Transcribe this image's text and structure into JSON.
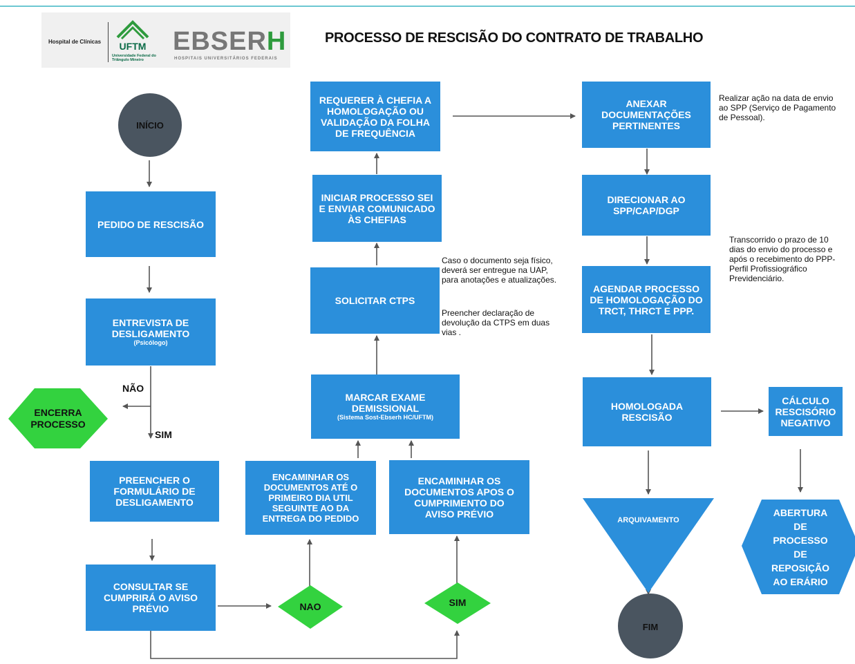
{
  "header": {
    "hospital": "Hospital de Clínicas",
    "uftm_logo": "UFTM",
    "uftm_sub": "Universidade Federal do Triângulo Mineiro",
    "ebserh_main": "EBSER",
    "ebserh_h": "H",
    "ebserh_sub": "HOSPITAIS UNIVERSITÁRIOS FEDERAIS",
    "title": "PROCESSO DE RESCISÃO DO CONTRATO DE TRABALHO"
  },
  "colors": {
    "box": "#2b8fdb",
    "diamond": "#33d23f",
    "circle": "#4a5560",
    "arrow": "#555555"
  },
  "nodes": {
    "inicio": "INÍCIO",
    "pedido": "PEDIDO DE RESCISÃO",
    "entrevista": "ENTREVISTA DE DESLIGAMENTO",
    "entrevista_sub": "(Psicólogo)",
    "encerra": "ENCERRA PROCESSO",
    "preencher": "PREENCHER O FORMULÁRIO DE DESLIGAMENTO",
    "consultar": "CONSULTAR SE CUMPRIRÁ O AVISO PRÉVIO",
    "nao_diamond": "NAO",
    "sim_diamond": "SIM",
    "encaminhar1": "ENCAMINHAR OS DOCUMENTOS ATÉ O PRIMEIRO DIA UTIL SEGUINTE AO DA ENTREGA DO PEDIDO",
    "encaminhar2": "ENCAMINHAR OS DOCUMENTOS APOS O CUMPRIMENTO DO AVISO PRÉVIO",
    "marcar": "MARCAR EXAME DEMISSIONAL",
    "marcar_sub": "(Sistema Sost-Ebserh HC/UFTM)",
    "solicitar": "SOLICITAR CTPS",
    "iniciar": "INICIAR PROCESSO SEI E ENVIAR COMUNICADO ÀS CHEFIAS",
    "requerer": "REQUERER À CHEFIA A HOMOLOGAÇÃO OU VALIDAÇÃO DA FOLHA DE FREQUÊNCIA",
    "anexar": "ANEXAR DOCUMENTAÇÕES PERTINENTES",
    "direcionar": "DIRECIONAR AO SPP/CAP/DGP",
    "agendar": "AGENDAR PROCESSO DE HOMOLOGAÇÃO DO TRCT, THRCT E PPP.",
    "homologada": "HOMOLOGADA RESCISÃO",
    "calculo": "CÁLCULO RESCISÓRIO NEGATIVO",
    "arquivamento": "ARQUIVAMENTO",
    "fim": "FIM",
    "abertura": "ABERTURA DE PROCESSO DE REPOSIÇÃO AO ERÁRIO"
  },
  "edge_labels": {
    "nao": "NÃO",
    "sim": "SIM"
  },
  "notes": {
    "ctps_1": "Caso o documento seja físico, deverá ser entregue na UAP, para anotações e atualizações.",
    "ctps_2": "Preencher declaração de devolução da CTPS em duas vias .",
    "anexar": "Realizar ação na data de envio ao SPP (Serviço de Pagamento de Pessoal).",
    "prazo": "Transcorrido o prazo de 10 dias do envio do processo e após o recebimento do PPP- Perfil Profissiográfico Previdenciário."
  }
}
